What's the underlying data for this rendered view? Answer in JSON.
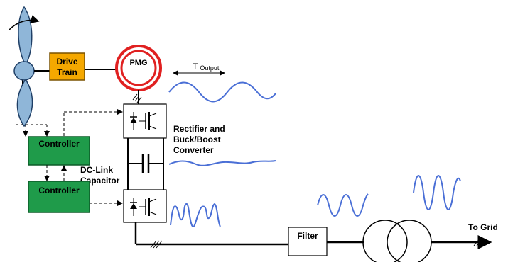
{
  "labels": {
    "drive_train_line1": "Drive",
    "drive_train_line2": "Train",
    "pmg": "PMG",
    "t_output_main": "T",
    "t_output_sub": "Output",
    "controller_top": "Controller",
    "controller_bottom": "Controller",
    "rectifier_line1": "Rectifier and",
    "rectifier_line2": "Buck/Boost",
    "rectifier_line3": "Converter",
    "dclink_line1": "DC-Link",
    "dclink_line2": "Capacitor",
    "filter": "Filter",
    "to_grid": "To Grid"
  },
  "colors": {
    "drive_train_fill": "#f5a800",
    "controller_fill": "#1f9b4a",
    "pmg_ring": "#e02020",
    "waveform": "#4a6fd6",
    "turbine_blade": "#8fb6d8",
    "line": "#000000"
  },
  "icons": [
    "wind-turbine-icon",
    "igbt-switch-icon",
    "capacitor-icon",
    "transformer-icon"
  ]
}
